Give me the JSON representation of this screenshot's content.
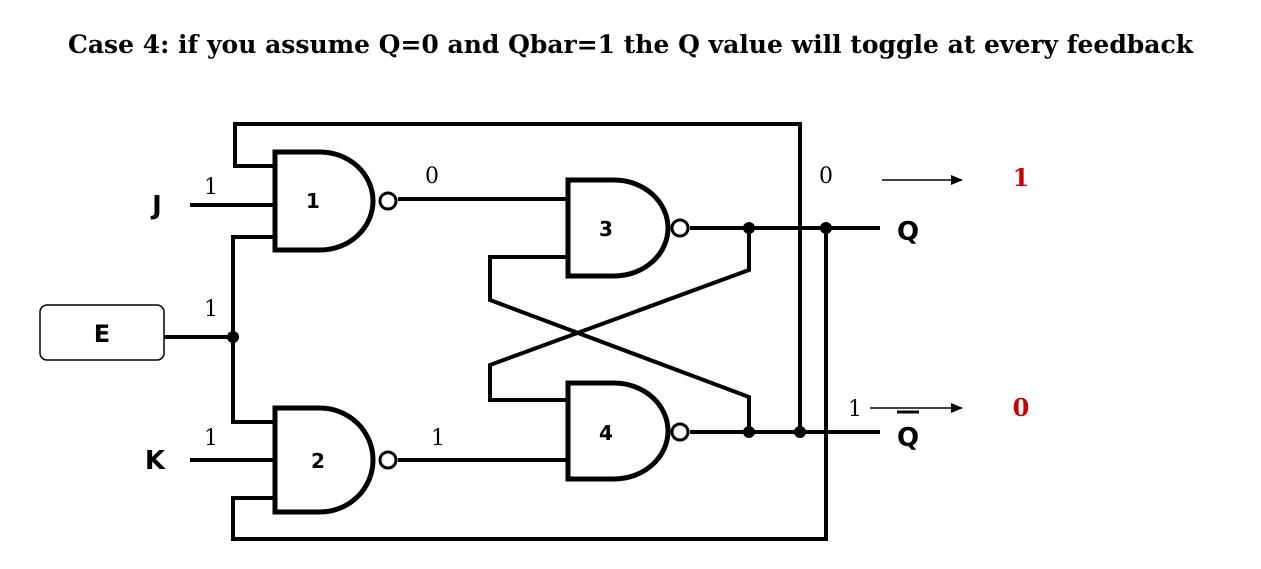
{
  "title": "Case 4: if you assume Q=0 and Qbar=1 the Q value will toggle at every feedback",
  "inputs": {
    "j": "J",
    "k": "K",
    "e": "E"
  },
  "outputs": {
    "q": "Q",
    "qbar": "Q"
  },
  "gates": [
    "1",
    "2",
    "3",
    "4"
  ],
  "signals": {
    "j_in": "1",
    "e_in": "1",
    "k_in": "1",
    "gate1_out": "0",
    "gate2_out": "1",
    "q_feedback": "0",
    "qbar_feedback": "1"
  },
  "next_state": {
    "q": "1",
    "qbar": "0",
    "color": "#cc0000"
  }
}
